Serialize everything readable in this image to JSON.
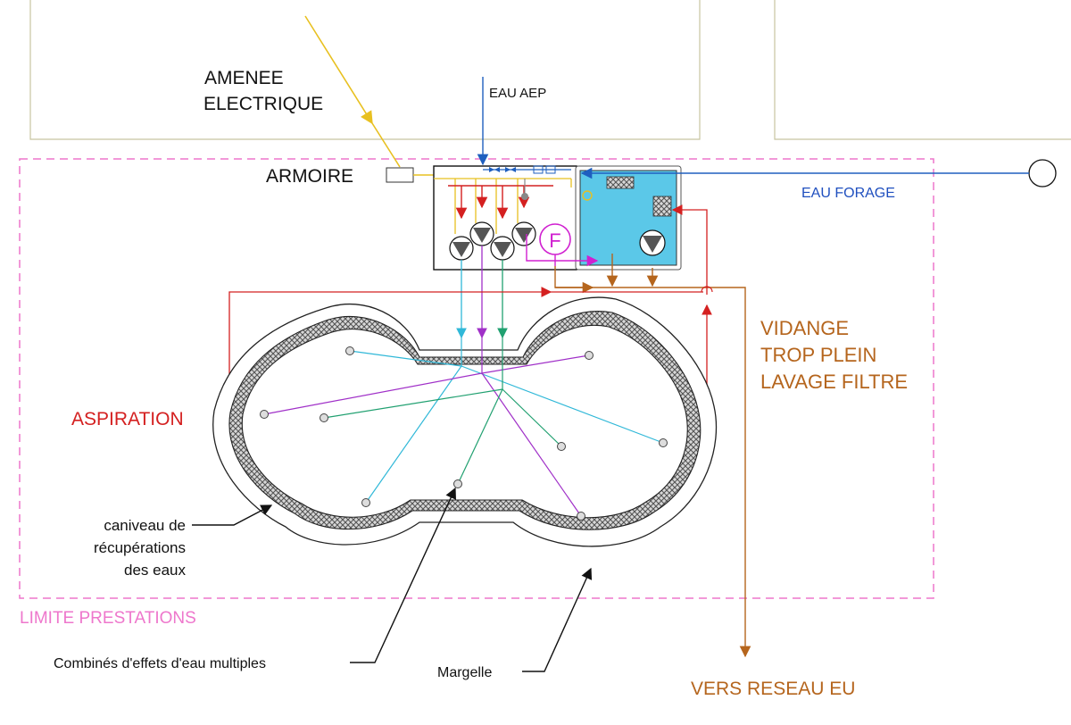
{
  "labels": {
    "amenee_line1": "AMENEE",
    "amenee_line2": "ELECTRIQUE",
    "eau_aep": "EAU AEP",
    "armoire": "ARMOIRE",
    "eau_forage": "EAU FORAGE",
    "filter_letter": "F",
    "vidange_line1": "VIDANGE",
    "vidange_line2": "TROP PLEIN",
    "vidange_line3": "LAVAGE FILTRE",
    "aspiration": "ASPIRATION",
    "caniveau_line1": "caniveau de",
    "caniveau_line2": "récupérations",
    "caniveau_line3": "des eaux",
    "limite": "LIMITE PRESTATIONS",
    "combines": "Combinés d'effets d'eau multiples",
    "margelle": "Margelle",
    "vers_reseau": "VERS RESEAU EU"
  },
  "colors": {
    "electric": "#e8c020",
    "aep": "#1f5fbf",
    "forage_text": "#1f4fbf",
    "aspiration": "#d42020",
    "drain": "#b5651d",
    "limite": "#ee77cc",
    "cyan": "#30b8d8",
    "purple": "#a030c8",
    "green": "#20a070",
    "tank": "#5bc8e8",
    "magenta": "#d020d0",
    "building": "#c8c4a0"
  }
}
